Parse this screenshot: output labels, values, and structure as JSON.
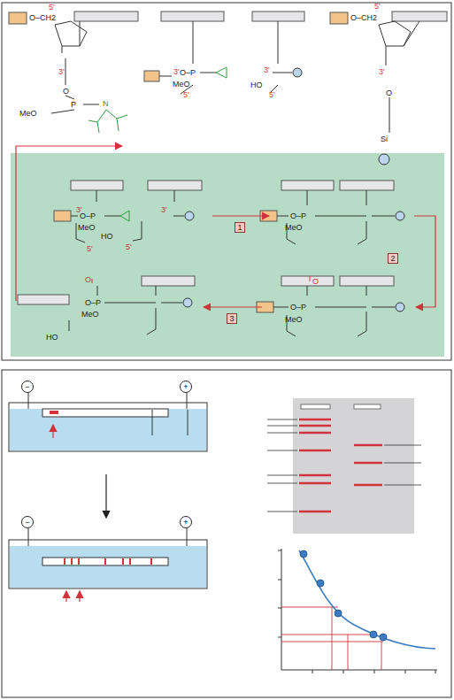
{
  "diagram": {
    "nodes": [
      {
        "text": [
          "1"
        ]
      },
      {
        "text": [
          "2"
        ]
      },
      {
        "text": [
          "3"
        ]
      },
      {
        "text": [
          "−"
        ]
      },
      {
        "text": [
          "+"
        ]
      },
      {
        "text": [
          "−"
        ]
      },
      {
        "text": [
          "+"
        ]
      }
    ],
    "labels": [
      "5'",
      "O–CH2",
      "3'",
      "O",
      "P",
      "MeO",
      "N",
      "3'",
      "O–P",
      "MeO",
      "5'",
      "3'",
      "HO",
      "5'",
      "5'",
      "O–CH2",
      "3'",
      "O",
      "Si",
      "3'",
      "O–P",
      "MeO",
      "HO",
      "5'",
      "3'",
      "5'",
      "O–P",
      "MeO",
      "O",
      "O–P",
      "MeO",
      "O",
      "O–P",
      "MeO",
      "HO"
    ]
  }
}
